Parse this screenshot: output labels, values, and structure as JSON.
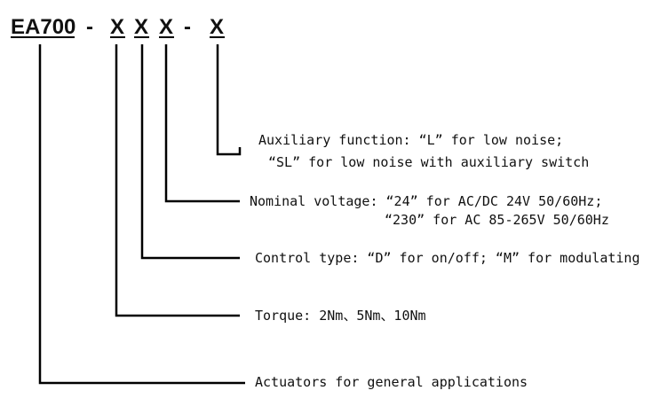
{
  "model_code": {
    "prefix": "EA700",
    "dash1": "-",
    "seg1": "X",
    "seg2": "X",
    "seg3": "X",
    "dash2": "-",
    "seg4": "X"
  },
  "descriptions": {
    "auxiliary_line1": "Auxiliary function: “L” for low noise;",
    "auxiliary_line2": "“SL” for low noise with auxiliary switch",
    "voltage_line1": "Nominal voltage: “24” for AC/DC 24V 50/60Hz;",
    "voltage_line2": "“230” for AC 85-265V 50/60Hz",
    "control_type": "Control type: “D” for on/off; “M” for modulating",
    "torque": "Torque: 2Nm、5Nm、10Nm",
    "actuators": "Actuators for general applications"
  }
}
